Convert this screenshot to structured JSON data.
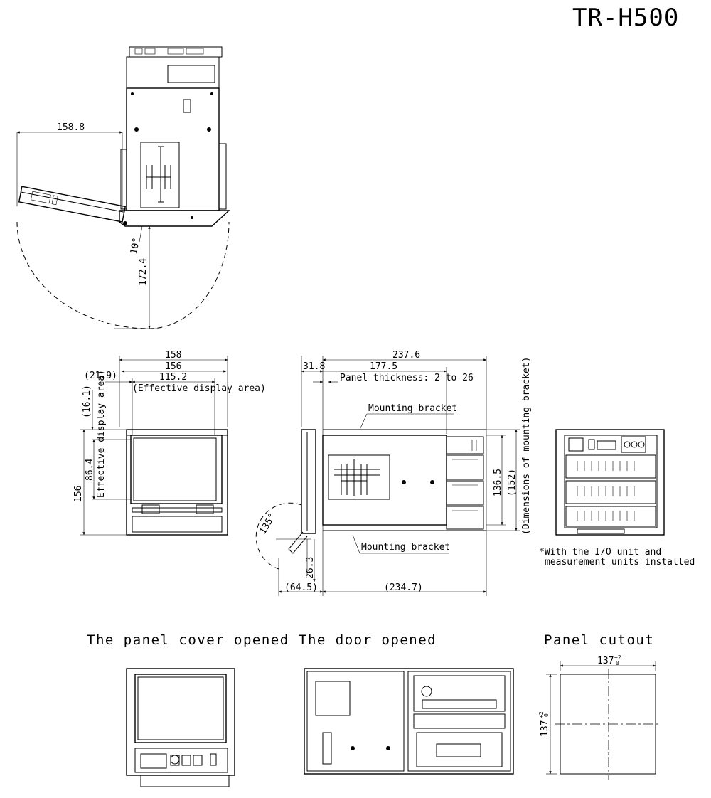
{
  "model": "TR-H500",
  "top_view": {
    "dim_width": "158.8",
    "dim_depth": "172.4",
    "angle": "10°"
  },
  "front_view": {
    "dim_158": "158",
    "dim_156_w": "156",
    "dim_115": "115.2",
    "dim_21_9": "(21.9)",
    "eff_area_h": "(Effective display area)",
    "dim_16_1": "(16.1)",
    "eff_area_v": "Effective display area)",
    "dim_86_4": "86.4",
    "dim_156_h": "156"
  },
  "side_view": {
    "dim_237_6": "237.6",
    "dim_31_8": "31.8",
    "dim_177_5": "177.5",
    "panel_thickness": "Panel thickness: 2 to 26",
    "bracket_top": "Mounting bracket",
    "bracket_bottom": "Mounting bracket",
    "dim_136_5": "136.5",
    "dim_152": "(152)",
    "bracket_dims": "(Dimensions of mounting bracket)",
    "angle": "135°",
    "dim_26_3": "26.3",
    "dim_64_5": "(64.5)",
    "dim_234_7": "(234.7)"
  },
  "rear_view": {
    "note_line1": "*With the I/O unit and",
    "note_line2": "measurement units installed"
  },
  "captions": {
    "panel_cover": "The panel cover opened",
    "door": "The door opened",
    "cutout": "Panel cutout"
  },
  "cutout": {
    "dim_w": "137",
    "dim_h": "137",
    "tol_plus": "+2",
    "tol_zero": "0"
  }
}
